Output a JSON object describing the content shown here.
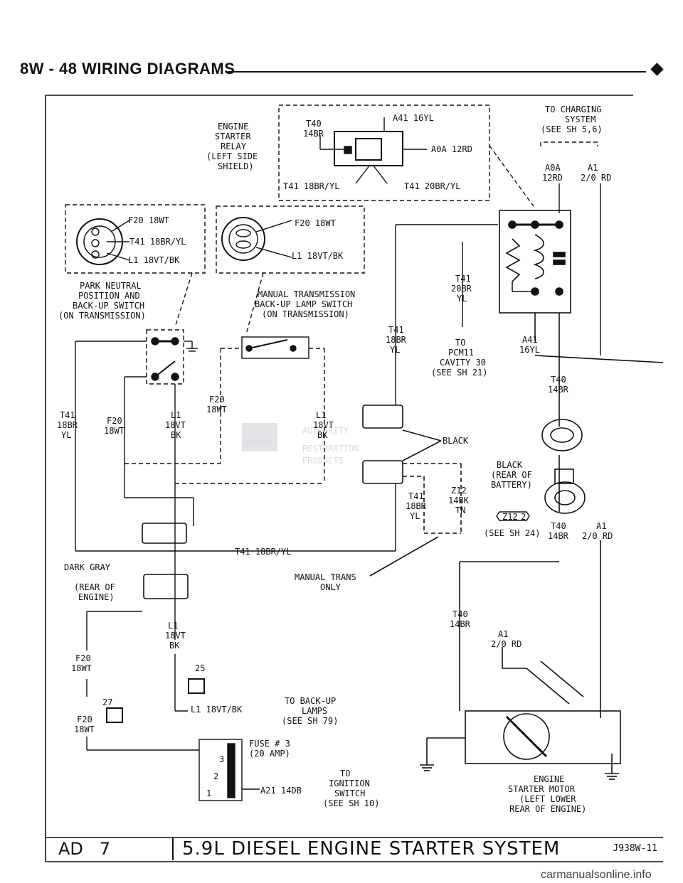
{
  "header": {
    "title": "8W - 48   WIRING DIAGRAMS"
  },
  "labels": {
    "relay_title": [
      "ENGINE",
      "STARTER",
      "RELAY",
      "(LEFT SIDE",
      "SHIELD)"
    ],
    "relay_t40": [
      "T40",
      "14BR"
    ],
    "relay_a41": "A41 16YL",
    "relay_a0a": "A0A 12RD",
    "relay_t41_left": "T41 18BR/YL",
    "relay_t41_right": "T41 20BR/YL",
    "charging": [
      "TO CHARGING",
      "SYSTEM",
      "(SEE SH 5,6)"
    ],
    "a0a_wire": [
      "A0A",
      "12RD"
    ],
    "a1_wire_top": [
      "A1",
      "2/0 RD"
    ],
    "pnp_f20": "F20 18WT",
    "pnp_t41": "T41 18BR/YL",
    "pnp_l1": "L1 18VT/BK",
    "manual_f20": "F20 18WT",
    "manual_l1": "L1 18VT/BK",
    "pnp_title": [
      "PARK NEUTRAL",
      "POSITION AND",
      "BACK-UP SWITCH",
      "(ON TRANSMISSION)"
    ],
    "manual_title": [
      "MANUAL TRANSMISSION",
      "BACK-UP LAMP SWITCH",
      "(ON TRANSMISSION)"
    ],
    "t41_20br": [
      "T41",
      "20BR",
      "YL"
    ],
    "pcm": [
      "TO",
      "PCM11",
      "CAVITY 30",
      "(SEE SH 21)"
    ],
    "t41_18br_mid": [
      "T41",
      "18BR",
      "YL"
    ],
    "a41_16yl": [
      "A41",
      "16YL"
    ],
    "t40_14br_top": [
      "T40",
      "14BR"
    ],
    "left_t41": [
      "T41",
      "18BR",
      "YL"
    ],
    "left_f20": [
      "F20",
      "18WT"
    ],
    "left_l1": [
      "L1",
      "18VT",
      "BK"
    ],
    "mid_f20": [
      "F20",
      "18WT"
    ],
    "mid_l1": [
      "L1",
      "18VT",
      "BK"
    ],
    "black": "BLACK",
    "black_rear": [
      "BLACK",
      "(REAR OF",
      "BATTERY)"
    ],
    "z12": [
      "Z12",
      "14BK",
      "TN"
    ],
    "t41_lower": [
      "T41",
      "18BR",
      "YL"
    ],
    "z12_tag": "Z12",
    "z12_tag_num": "2",
    "see_sh24": "(SEE SH 24)",
    "t40_14br_mid": [
      "T40",
      "14BR"
    ],
    "a1_mid": [
      "A1",
      "2/0 RD"
    ],
    "t41_bottom": "T41 18BR/YL",
    "dark_gray": "DARK GRAY",
    "rear_engine": [
      "(REAR OF",
      "ENGINE)"
    ],
    "manual_only": [
      "MANUAL TRANS",
      "ONLY"
    ],
    "t40_lower": [
      "T40",
      "14BR"
    ],
    "a1_lower": [
      "A1",
      "2/0 RD"
    ],
    "f20_lower": [
      "F20",
      "18WT"
    ],
    "l1_lower": [
      "L1",
      "18VT",
      "BK"
    ],
    "num25": "25",
    "num27": "27",
    "f20_box": [
      "F20",
      "18WT"
    ],
    "l1_backup": "L1 18VT/BK",
    "backup_lamps": [
      "TO BACK-UP",
      "LAMPS",
      "(SEE SH 79)"
    ],
    "fuse": [
      "FUSE # 3",
      "(20 AMP)"
    ],
    "fuse_nums": [
      "3",
      "2",
      "1"
    ],
    "a21": "A21 14DB",
    "ignition": [
      "TO",
      "IGNITION",
      "SWITCH",
      "(SEE SH 10)"
    ],
    "starter_motor": [
      "ENGINE",
      "STARTER MOTOR",
      "(LEFT LOWER",
      "REAR OF ENGINE)"
    ],
    "ghost_logo": [
      "AUTHORITY",
      "RESTORATION",
      "PRODUCTS"
    ],
    "mopar": "mopar"
  },
  "footer": {
    "section": "AD   7",
    "title": "5.9L DIESEL ENGINE STARTER SYSTEM",
    "code": "J938W-11"
  },
  "watermark": "carmanualsonline.info"
}
